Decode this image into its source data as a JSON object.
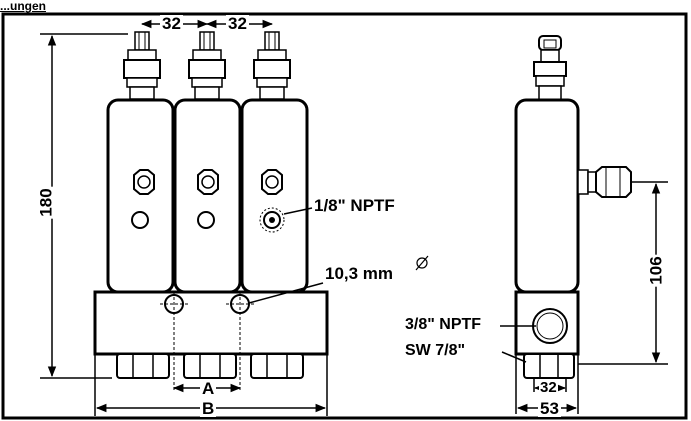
{
  "header": {
    "text": "...ungen"
  },
  "dimensions": {
    "pitch_1": "32",
    "pitch_2": "32",
    "height_total": "180",
    "port_height": "106",
    "side_width_32": "32",
    "side_width_53": "53",
    "dim_a": "A",
    "dim_b": "B"
  },
  "callouts": {
    "outlet_thread": "1/8\" NPTF",
    "bore": "10,3 mm",
    "bore_symbol": "Ø",
    "inlet_thread": "3/8\" NPTF",
    "wrench_size": "SW 7/8\""
  },
  "icons": {
    "diameter": "diameter-symbol"
  }
}
